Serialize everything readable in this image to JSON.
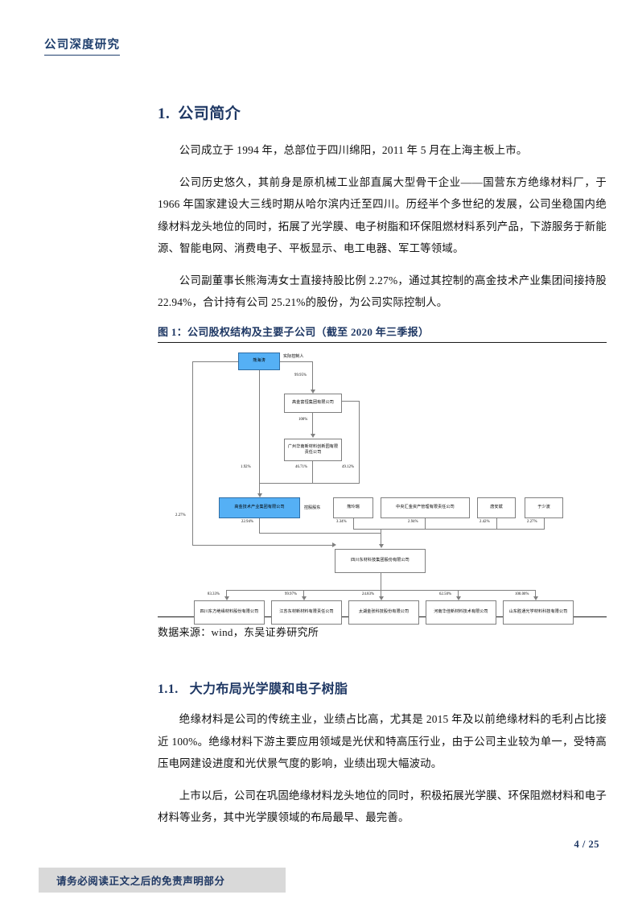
{
  "header": {
    "label": "公司深度研究"
  },
  "section": {
    "number": "1.",
    "title": "公司简介",
    "paragraphs": [
      "公司成立于 1994 年，总部位于四川绵阳，2011 年 5 月在上海主板上市。",
      "公司历史悠久，其前身是原机械工业部直属大型骨干企业——国营东方绝缘材料厂，于 1966 年国家建设大三线时期从哈尔滨内迁至四川。历经半个多世纪的发展，公司坐稳国内绝缘材料龙头地位的同时，拓展了光学膜、电子树脂和环保阻燃材料系列产品，下游服务于新能源、智能电网、消费电子、平板显示、电工电器、军工等领域。",
      "公司副董事长熊海涛女士直接持股比例 2.27%，通过其控制的高金技术产业集团间接持股 22.94%，合计持有公司 25.21%的股份，为公司实际控制人。"
    ]
  },
  "figure": {
    "caption": "图 1：公司股权结构及主要子公司（截至 2020 年三季报）",
    "source": "数据来源：wind，东吴证券研究所",
    "notes": {
      "actual_controller": "实际控制人",
      "controlling_shareholder": "控股股东"
    },
    "nodes": {
      "xiong_haitao": "熊海涛",
      "gaojin_fuheng": "高金富恒集团有限公司",
      "guangzhou_huanan": "广州华南新材料创新园有限责任公司",
      "gaojin_tech": "高金技术产业集团有限公司",
      "xiong_lingrui": "熊玲瑞",
      "huijin": "中央汇金资产管理有限责任公司",
      "tang_anbin": "唐安斌",
      "yu_shaobo": "于少波",
      "dongcai": "四川东材科技集团股份有限公司",
      "sub1": "四川东方绝缘材料股份有限公司",
      "sub2": "江苏东材新材料有限责任公司",
      "sub3": "太湖金张科技股份有限公司",
      "sub4": "河南华佳新材料技术有限公司",
      "sub5": "山东胜通光学材料科技有限公司"
    },
    "percents": {
      "p_fuheng": "99.95%",
      "p_huanan": "100%",
      "p_huanan_left": "46.71%",
      "p_huanan_right": "49.12%",
      "p_xht_direct": "2.27%",
      "p_xht_to_gaojin": "1.92%",
      "p_gaojin": "22.94%",
      "p_lingrui": "3.34%",
      "p_huijin": "2.94%",
      "p_tang": "2.42%",
      "p_yu": "2.27%",
      "p_sub1": "83.33%",
      "p_sub2": "99.97%",
      "p_sub3": "24.83%",
      "p_sub4": "62.50%",
      "p_sub5": "100.00%"
    },
    "colors": {
      "highlight": "#55b0f5",
      "line": "#808080"
    }
  },
  "subsection": {
    "number": "1.1.",
    "title": "大力布局光学膜和电子树脂",
    "paragraphs": [
      "绝缘材料是公司的传统主业，业绩占比高，尤其是 2015 年及以前绝缘材料的毛利占比接近 100%。绝缘材料下游主要应用领域是光伏和特高压行业，由于公司主业较为单一，受特高压电网建设进度和光伏景气度的影响，业绩出现大幅波动。",
      "上市以后，公司在巩固绝缘材料龙头地位的同时，积极拓展光学膜、环保阻燃材料和电子材料等业务，其中光学膜领域的布局最早、最完善。"
    ]
  },
  "footer": {
    "page_number": "4 / 25",
    "disclaimer": "请务必阅读正文之后的免责声明部分"
  }
}
